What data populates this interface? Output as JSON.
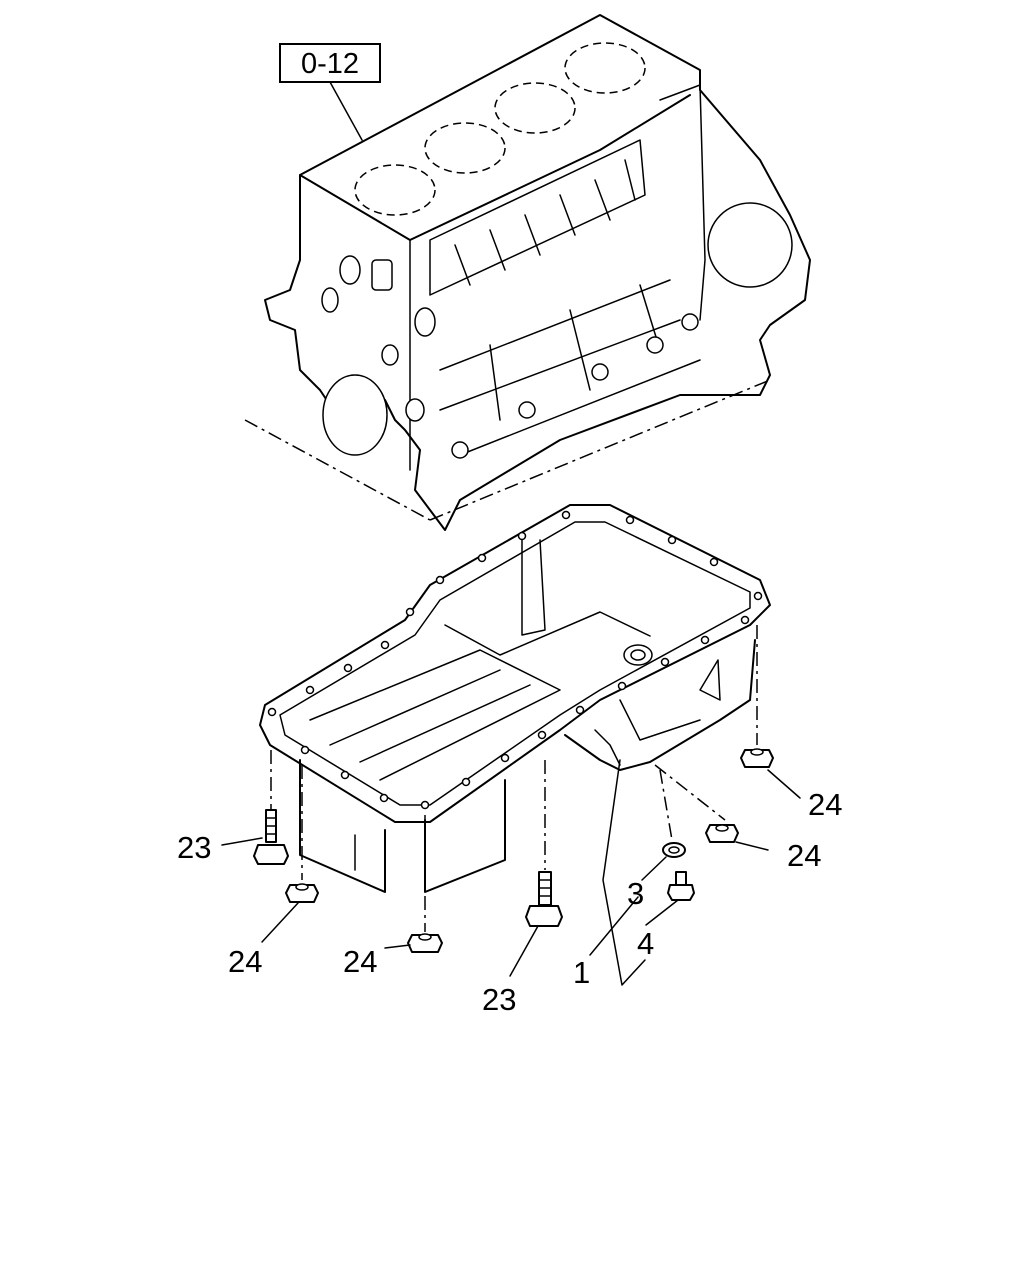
{
  "diagram": {
    "reference_box": "0-12",
    "callouts": [
      {
        "id": "cl-1",
        "text": "1"
      },
      {
        "id": "cl-3",
        "text": "3"
      },
      {
        "id": "cl-4",
        "text": "4"
      },
      {
        "id": "cl-23-left",
        "text": "23"
      },
      {
        "id": "cl-23-center",
        "text": "23"
      },
      {
        "id": "cl-24-right-top",
        "text": "24"
      },
      {
        "id": "cl-24-right-mid",
        "text": "24"
      },
      {
        "id": "cl-24-left-a",
        "text": "24"
      },
      {
        "id": "cl-24-left-b",
        "text": "24"
      }
    ]
  }
}
